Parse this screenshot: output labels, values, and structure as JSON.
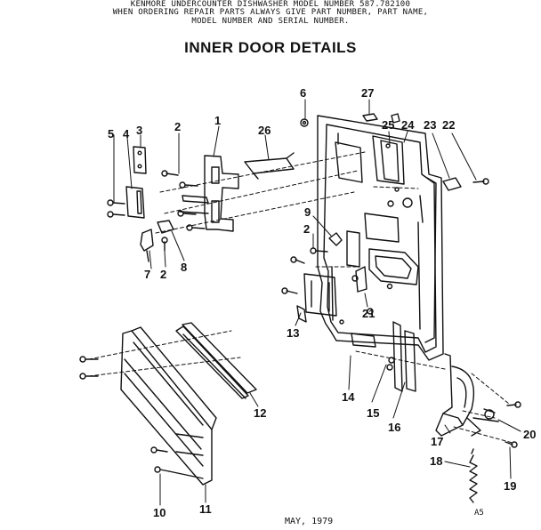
{
  "header": {
    "line1": "KENMORE UNDERCOUNTER DISHWASHER    MODEL NUMBER 587.782100",
    "line2": "WHEN ORDERING REPAIR PARTS ALWAYS GIVE PART NUMBER, PART NAME,",
    "line3": "MODEL NUMBER AND SERIAL NUMBER."
  },
  "title": "INNER DOOR DETAILS",
  "footer": {
    "date": "MAY, 1979",
    "code": "A5"
  },
  "callouts": {
    "n1": "1",
    "n2a": "2",
    "n2b": "2",
    "n2c": "2",
    "n3": "3",
    "n4": "4",
    "n5": "5",
    "n6": "6",
    "n7": "7",
    "n8": "8",
    "n9": "9",
    "n10": "10",
    "n11": "11",
    "n12": "12",
    "n13": "13",
    "n14": "14",
    "n15": "15",
    "n16": "16",
    "n17": "17",
    "n18": "18",
    "n19": "19",
    "n20": "20",
    "n21": "21",
    "n22": "22",
    "n23": "23",
    "n24": "24",
    "n25": "25",
    "n26": "26",
    "n27": "27"
  },
  "colors": {
    "ink": "#111111",
    "paper": "#ffffff"
  }
}
